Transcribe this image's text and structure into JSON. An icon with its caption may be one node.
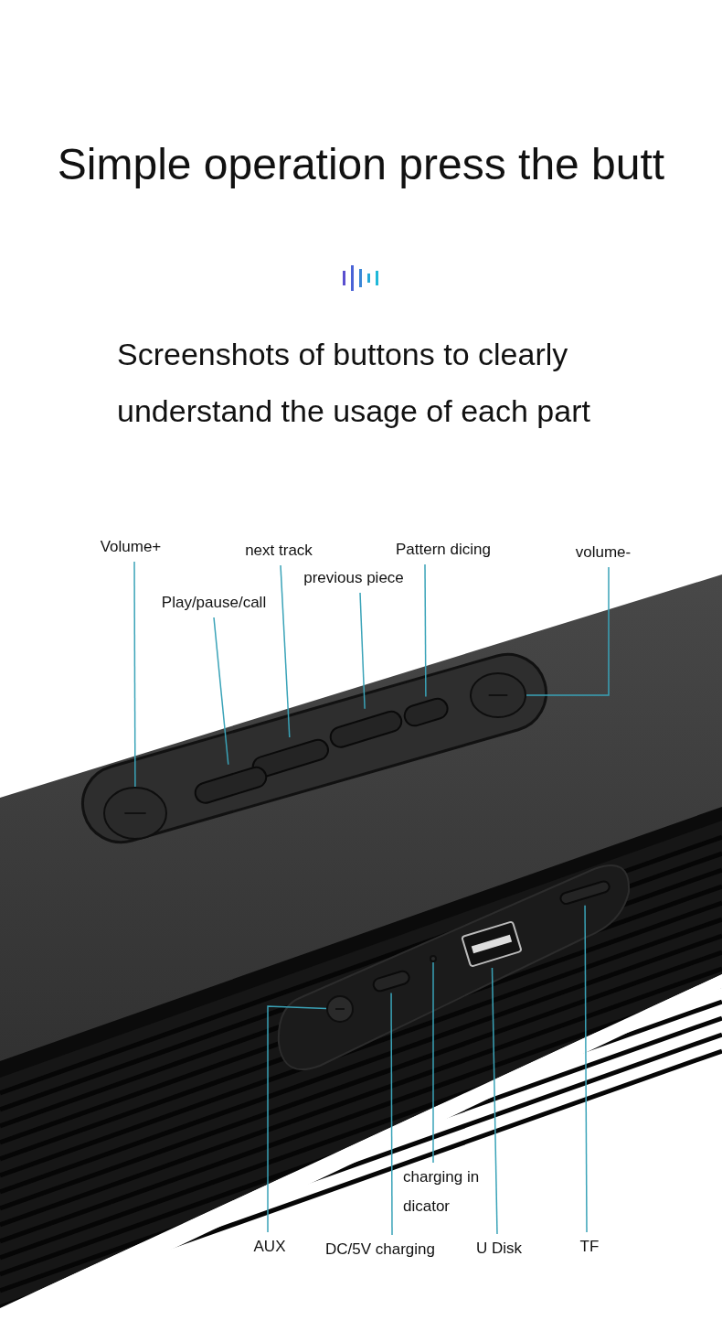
{
  "diagram": {
    "title": "Simple operation press the butt",
    "nodes": [
      {
        "text": [
          "Volume+"
        ]
      },
      {
        "text": [
          "Pattern dicing"
        ]
      },
      {
        "text": [
          "next track"
        ]
      },
      {
        "text": [
          "volume-"
        ]
      },
      {
        "text": [
          "previous piece"
        ]
      },
      {
        "text": [
          "Play/pause/call"
        ]
      },
      {
        "text": [
          "charging in dicator"
        ]
      },
      {
        "text": [
          "AUX"
        ]
      },
      {
        "text": [
          "U Disk"
        ]
      },
      {
        "text": [
          "TF"
        ]
      },
      {
        "text": [
          "DC/5V charging"
        ]
      },
      {
        "text": [],
        "shape": "circle"
      },
      {
        "text": [],
        "shape": "bar"
      },
      {
        "text": [],
        "shape": "bar"
      },
      {
        "text": [],
        "shape": "circle"
      },
      {
        "text": [],
        "shape": "bar"
      },
      {
        "text": [],
        "shape": "bar"
      },
      {
        "text": [],
        "shape": "circle"
      },
      {
        "text": [],
        "shape": "circle"
      },
      {
        "text": [],
        "shape": "box"
      },
      {
        "text": [],
        "shape": "bar"
      },
      {
        "text": [],
        "shape": "bar"
      }
    ],
    "edges": [
      {
        "from": 0,
        "to": 11,
        "arrow": "none"
      },
      {
        "from": 1,
        "to": 12,
        "arrow": "none"
      },
      {
        "from": 2,
        "to": 13,
        "arrow": "none"
      },
      {
        "from": 3,
        "to": 14,
        "arrow": "none"
      },
      {
        "from": 4,
        "to": 15,
        "arrow": "none"
      },
      {
        "from": 5,
        "to": 16,
        "arrow": "none"
      },
      {
        "from": 6,
        "to": 17,
        "arrow": "none"
      },
      {
        "from": 7,
        "to": 18,
        "arrow": "none"
      },
      {
        "from": 8,
        "to": 19,
        "arrow": "none"
      },
      {
        "from": 9,
        "to": 20,
        "arrow": "none"
      },
      {
        "from": 10,
        "to": 21,
        "arrow": "none"
      }
    ],
    "labels": [
      "Screenshots of buttons to clearly understand the usage of each part"
    ]
  }
}
